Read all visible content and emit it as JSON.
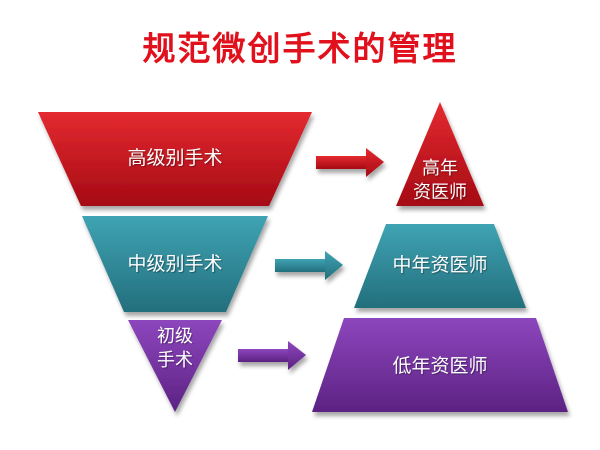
{
  "title": "规范微创手术的管理",
  "surgery_levels": [
    {
      "label_lines": [
        "高级别手术"
      ],
      "color": "#c8101c"
    },
    {
      "label_lines": [
        "中级别手术"
      ],
      "color": "#2f8fa0"
    },
    {
      "label_lines": [
        "初级",
        "手术"
      ],
      "color": "#7a35a8"
    }
  ],
  "physician_levels": [
    {
      "label_lines": [
        "高年",
        "资医师"
      ],
      "color": "#c8101c"
    },
    {
      "label_lines": [
        "中年资医师"
      ],
      "color": "#2f8fa0"
    },
    {
      "label_lines": [
        "低年资医师"
      ],
      "color": "#7a35a8"
    }
  ],
  "colors": {
    "title": "#e0101c",
    "red": "#c8101c",
    "teal": "#2f8fa0",
    "purple": "#7a35a8"
  }
}
